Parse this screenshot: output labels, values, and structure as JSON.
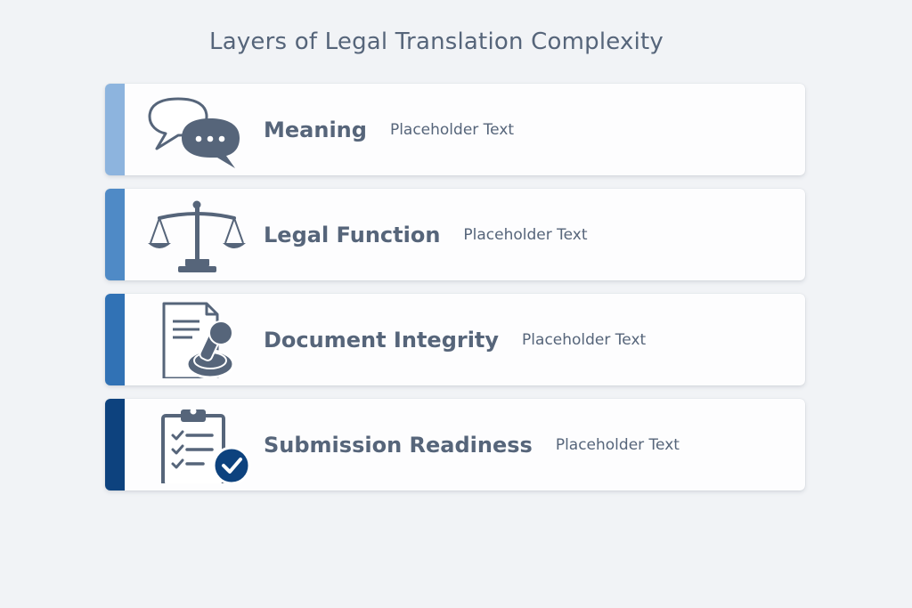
{
  "title": "Layers of Legal Translation Complexity",
  "layers": [
    {
      "heading": "Meaning",
      "description": "Placeholder Text",
      "accent": "#8db4de",
      "icon": "speech-bubbles-icon"
    },
    {
      "heading": "Legal Function",
      "description": "Placeholder Text",
      "accent": "#4f8ac6",
      "icon": "scales-of-justice-icon"
    },
    {
      "heading": "Document Integrity",
      "description": "Placeholder Text",
      "accent": "#3172b5",
      "icon": "document-stamp-icon"
    },
    {
      "heading": "Submission Readiness",
      "description": "Placeholder Text",
      "accent": "#0d427e",
      "icon": "clipboard-checklist-icon"
    }
  ],
  "colors": {
    "background": "#f1f3f6",
    "card": "#fdfdfe",
    "text": "#56657a",
    "icon": "#56657a",
    "check_badge": "#0d427e"
  }
}
